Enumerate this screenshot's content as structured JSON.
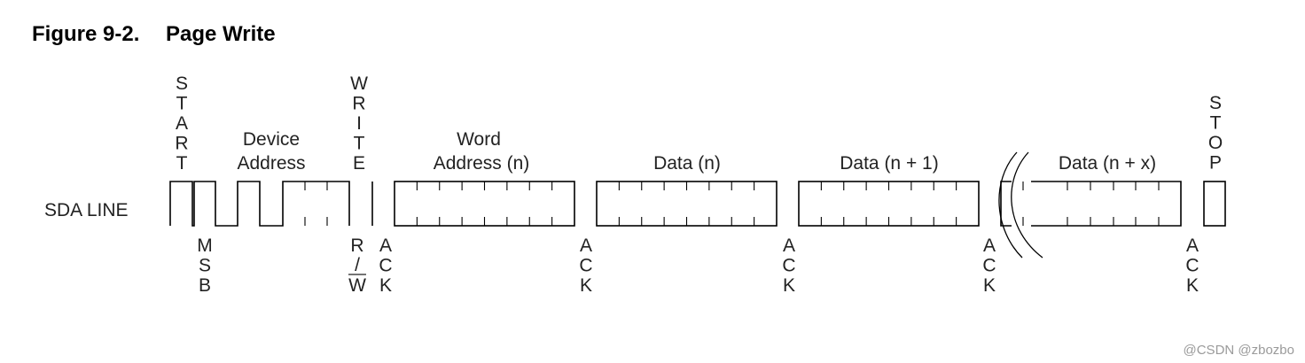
{
  "figure": {
    "number": "Figure 9-2.",
    "title": "Page Write"
  },
  "signal": {
    "line_label": "SDA LINE"
  },
  "labels": {
    "start": "START",
    "write": "WRITE",
    "stop": "STOP",
    "msb": "MSB",
    "ack": "ACK",
    "rw_r": "R",
    "rw_slash": "/",
    "rw_w": "W",
    "device_address_line1": "Device",
    "device_address_line2": "Address",
    "word_address_line1": "Word",
    "word_address_line2": "Address (n)",
    "data_n": "Data (n)",
    "data_n1": "Data (n + 1)",
    "data_nx": "Data (n + x)"
  },
  "watermark": "@CSDN @zbozbo"
}
